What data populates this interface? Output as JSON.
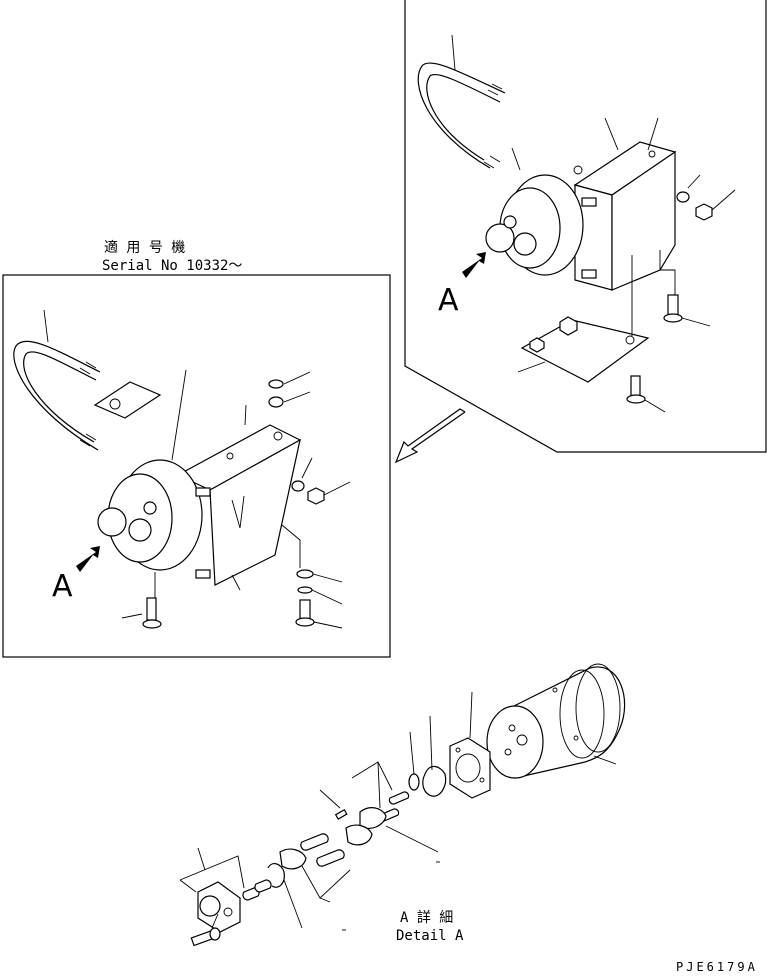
{
  "serial_caption": {
    "japanese": "適 用 号 機",
    "english": "Serial No 10332〜"
  },
  "view_letter_top": "A",
  "view_letter_mid": "A",
  "detail_caption": {
    "japanese": "A 詳 細",
    "english": "Detail A"
  },
  "drawing_code": "PJE6179A"
}
